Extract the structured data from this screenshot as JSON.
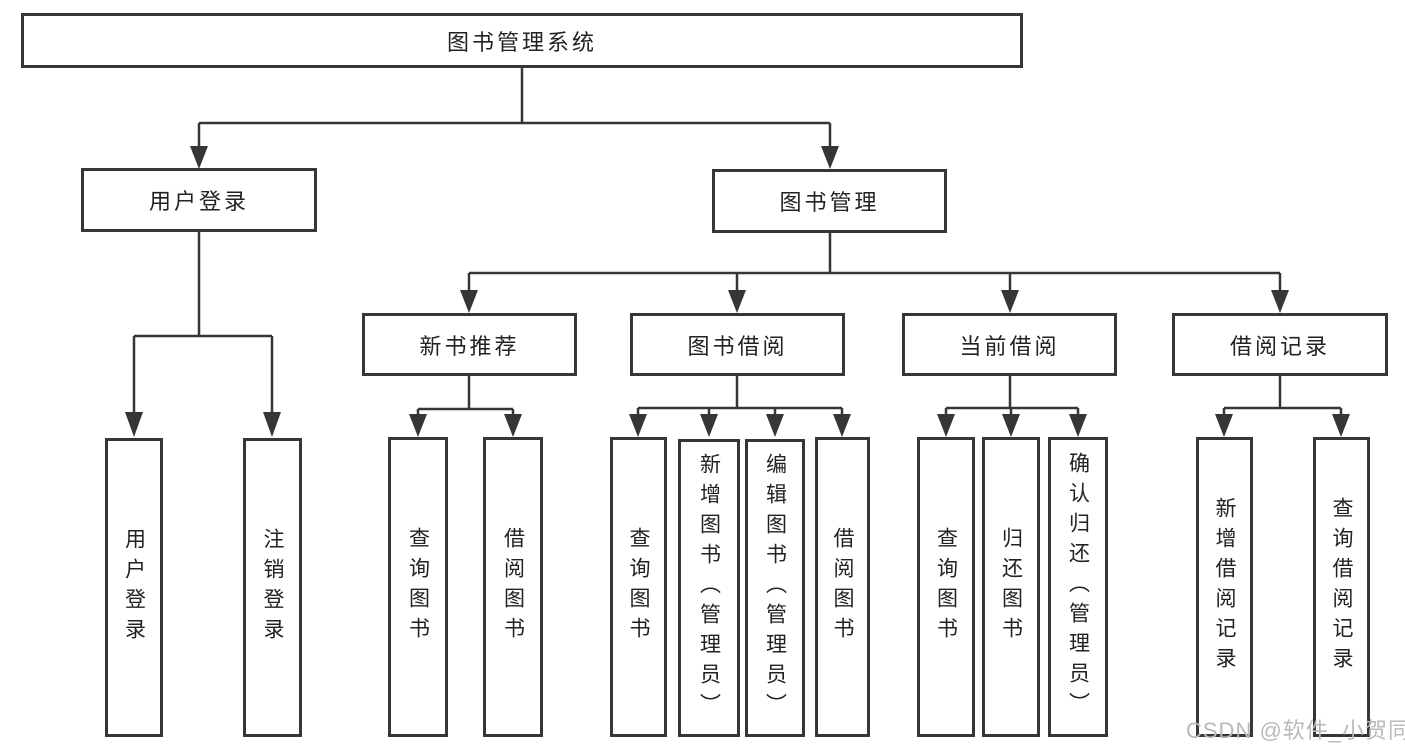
{
  "tree": {
    "root": {
      "label": "图书管理系统"
    },
    "branches": [
      {
        "label": "用户登录",
        "children": [
          {
            "label": "用户登录"
          },
          {
            "label": "注销登录"
          }
        ]
      },
      {
        "label": "图书管理",
        "children": [
          {
            "label": "新书推荐",
            "children": [
              {
                "label": "查询图书"
              },
              {
                "label": "借阅图书"
              }
            ]
          },
          {
            "label": "图书借阅",
            "children": [
              {
                "label": "查询图书"
              },
              {
                "label": "新增图书（管理员）"
              },
              {
                "label": "编辑图书（管理员）"
              },
              {
                "label": "借阅图书"
              }
            ]
          },
          {
            "label": "当前借阅",
            "children": [
              {
                "label": "查询图书"
              },
              {
                "label": "归还图书"
              },
              {
                "label": "确认归还（管理员）"
              }
            ]
          },
          {
            "label": "借阅记录",
            "children": [
              {
                "label": "新增借阅记录"
              },
              {
                "label": "查询借阅记录"
              }
            ]
          }
        ]
      }
    ]
  },
  "watermark": {
    "text": "CSDN @软件_小贺同学"
  },
  "colors": {
    "line": "#363636",
    "text": "#222222",
    "watermark": "#b9b9b9",
    "bg": "#ffffff"
  }
}
